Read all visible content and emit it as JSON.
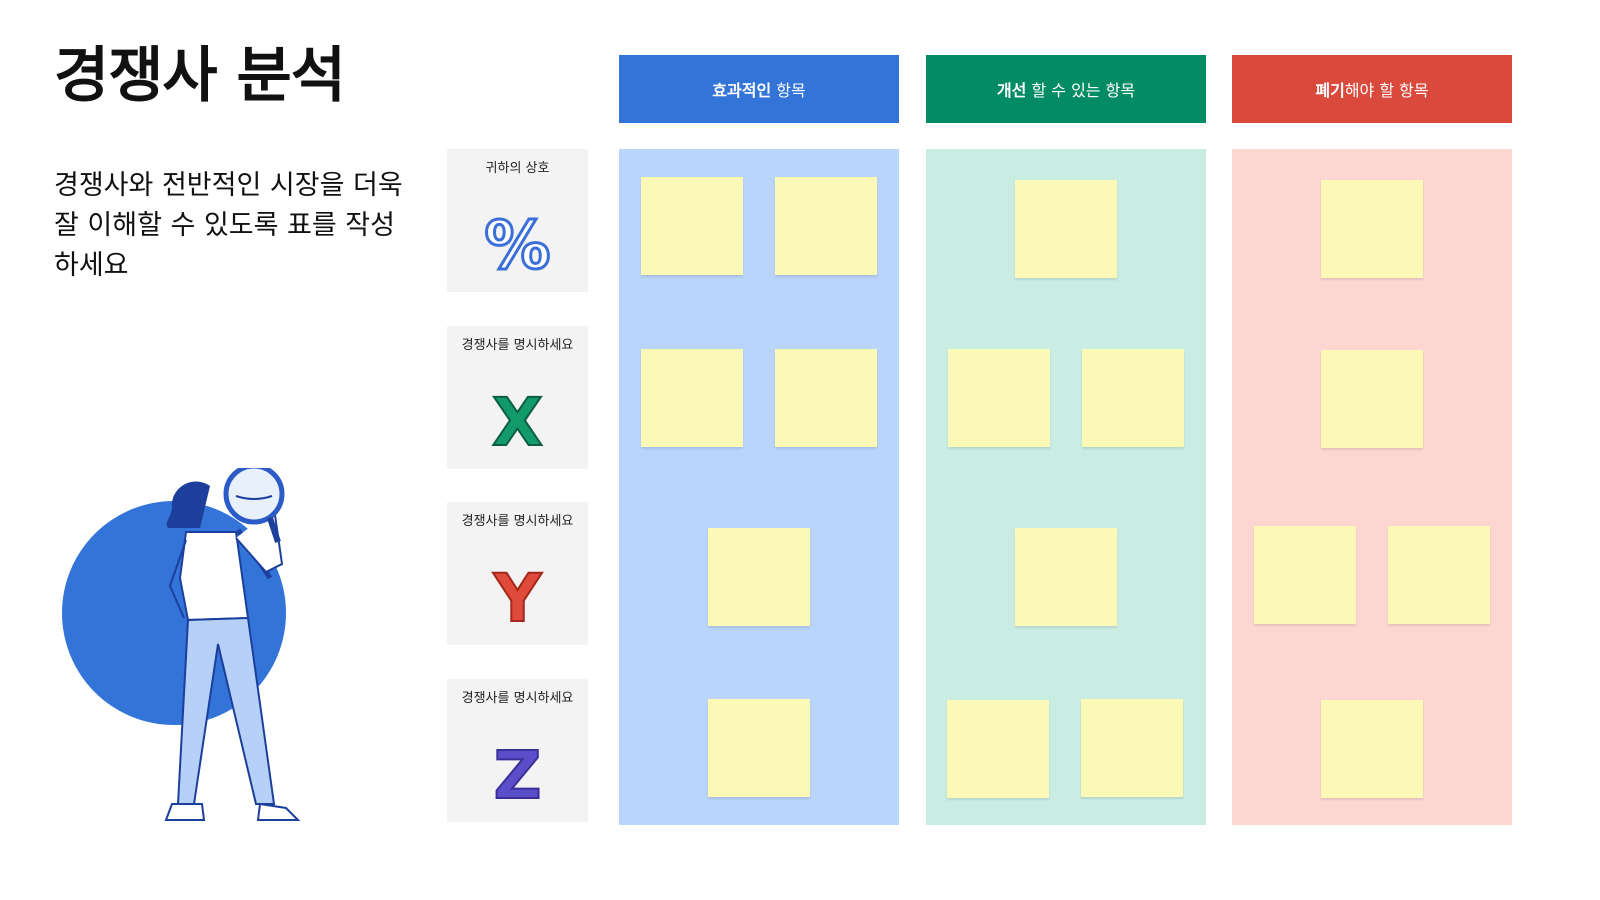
{
  "title": "경쟁사 분석",
  "description": "경쟁사와 전반적인 시장을 더욱 잘 이해할 수 있도록 표를 작성하세요",
  "colors": {
    "blue_header": "#3374d9",
    "blue_body": "#bad5fb",
    "green_header": "#038c63",
    "green_body": "#c9ede3",
    "red_header": "#d94a3d",
    "red_body": "#fdd6d2",
    "sticky_note": "#fcf8b5",
    "card_bg": "#f3f3f3"
  },
  "competitors": [
    {
      "label": "귀하의 상호",
      "icon": "percent-icon",
      "glyph": "%",
      "color": "#3a6fd9"
    },
    {
      "label": "경쟁사를 명시하세요",
      "icon": "letter-x-icon",
      "glyph": "X",
      "color": "#139a6a"
    },
    {
      "label": "경쟁사를 명시하세요",
      "icon": "letter-y-icon",
      "glyph": "Y",
      "color": "#e04a3a"
    },
    {
      "label": "경쟁사를 명시하세요",
      "icon": "letter-z-icon",
      "glyph": "Z",
      "color": "#5b4fc9"
    }
  ],
  "columns": [
    {
      "bold": "효과적인",
      "rest": " 항목"
    },
    {
      "bold": "개선",
      "rest": " 할 수 있는 항목"
    },
    {
      "bold": "폐기",
      "rest": "해야 할 항목"
    }
  ]
}
